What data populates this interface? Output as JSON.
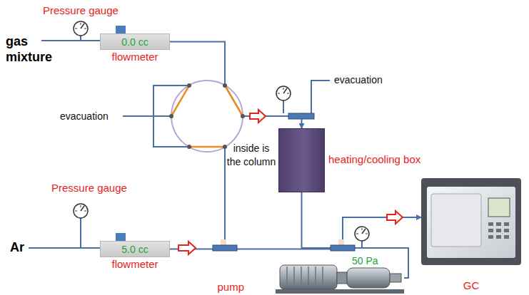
{
  "diagram": {
    "nodes": [
      {
        "text": [
          "0.0 cc",
          "flowmeter"
        ]
      },
      {
        "text": [
          "5.0 cc",
          "flowmeter"
        ]
      },
      {
        "text": [
          "inside is the column",
          "heating/cooling box"
        ]
      },
      {
        "text": [
          "GC"
        ]
      },
      {
        "text": [
          "pump"
        ]
      }
    ],
    "edges": [
      {
        "from": 0,
        "to": 2,
        "arrow": "to"
      },
      {
        "from": 1,
        "to": 3,
        "arrow": "to"
      },
      {
        "from": 2,
        "to": 3,
        "arrow": "none"
      },
      {
        "from": 4,
        "to": 3,
        "arrow": "none"
      }
    ],
    "labels": [
      "Pressure gauge",
      "gas mixture",
      "evacuation",
      "evacuation",
      "Pressure gauge",
      "Ar",
      "50 Pa"
    ]
  }
}
